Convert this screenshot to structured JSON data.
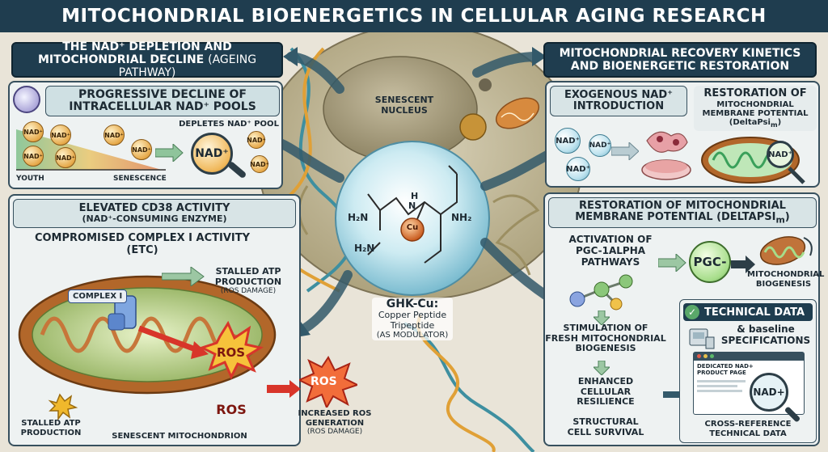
{
  "title": "MITOCHONDRIAL BIOENERGETICS IN CELLULAR AGING RESEARCH",
  "left_banner": {
    "line1": "THE NAD⁺ DEPLETION AND",
    "line2": "MITOCHONDRIAL DECLINE",
    "line2_sub": "(AGEING PATHWAY)"
  },
  "right_banner": {
    "line1": "MITOCHONDRIAL RECOVERY KINETICS",
    "line2": "AND BIOENERGETIC RESTORATION"
  },
  "panel_decline": {
    "heading_line1": "PROGRESSIVE DECLINE OF",
    "heading_line2": "INTRACELLULAR NAD⁺ POOLS",
    "nad_label": "NAD⁺",
    "youth": "YOUTH",
    "senescence": "SENESCENCE",
    "depletes": "DEPLETES NAD⁺ POOL",
    "big_nad": "NAD⁺"
  },
  "panel_cd38": {
    "heading_line1": "ELEVATED CD38 ACTIVITY",
    "heading_line2": "(NAD⁺-CONSUMING ENZYME)",
    "complex_heading_line1": "COMPROMISED COMPLEX I ACTIVITY",
    "complex_heading_line2": "(ETC)",
    "complex_label": "COMPLEX I",
    "stalled_atp_1": "STALLED ATP",
    "stalled_atp_1b": "PRODUCTION",
    "stalled_atp_1_sub": "(ROS DAMAGE)",
    "ros": "ROS",
    "ros2": "ROS",
    "stalled_atp_2": "STALLED ATP",
    "stalled_atp_2b": "PRODUCTION",
    "senescent_mito": "SENESCENT MITOCHONDRION",
    "increased_ros_1": "INCREASED ROS",
    "increased_ros_2": "GENERATION",
    "increased_ros_sub": "(ROS DAMAGE)"
  },
  "center": {
    "nucleus_1": "SENESCENT",
    "nucleus_2": "NUCLEUS",
    "cu": "Cu",
    "h2n_1": "H₂N",
    "h_1": "H",
    "n_1": "N",
    "nh2": "NH₂",
    "h2n_2": "H₂N",
    "ghk_title": "GHK-Cu:",
    "ghk_line2": "Copper Peptide",
    "ghk_line3": "Tripeptide",
    "ghk_sub": "(AS MODULATOR)"
  },
  "panel_exogenous": {
    "heading_line1": "EXOGENOUS NAD⁺",
    "heading_line2": "INTRODUCTION",
    "ball": "NAD⁺",
    "restoration_1": "RESTORATION OF",
    "restoration_2": "MITOCHONDRIAL",
    "restoration_3": "MEMBRANE POTENTIAL",
    "restoration_4": "(DeltaPsi",
    "restoration_sub": "m",
    "restoration_end": ")",
    "badge": "NAD⁺"
  },
  "panel_restore": {
    "heading_line1": "RESTORATION OF MITOCHONDRIAL",
    "heading_line2": "MEMBRANE POTENTIAL (DeltaPsi",
    "heading_sub": "m",
    "heading_end": ")",
    "activation_1": "ACTIVATION OF",
    "activation_2": "PGC-1alpha",
    "activation_3": "PATHWAYS",
    "pgc": "PGC-",
    "mito_bio_1": "MITOCHONDRIAL",
    "mito_bio_2": "BIOGENESIS",
    "stim_1": "STIMULATION OF",
    "stim_2": "FRESH MITOCHONDRIAL",
    "stim_3": "BIOGENESIS",
    "enh_1": "ENHANCED",
    "enh_2": "CELLULAR",
    "enh_3": "RESILIENCE",
    "struct_1": "STRUCTURAL",
    "struct_2": "CELL SURVIVAL",
    "tech_title": "TECHNICAL DATA",
    "tech_sub_1": "& baseline",
    "tech_sub_2": "SPECIFICATIONS",
    "product_1": "DEDICATED NAD+",
    "product_2": "PRODUCT PAGE",
    "lens": "NAD+",
    "cross_1": "CROSS-REFERENCE",
    "cross_2": "TECHNICAL DATA"
  },
  "colors": {
    "navy": "#1f3d4f",
    "ros_red": "#d8352a",
    "gold": "#e6a94a",
    "teal": "#3e8fa0",
    "mito_green": "#5aa86a"
  }
}
